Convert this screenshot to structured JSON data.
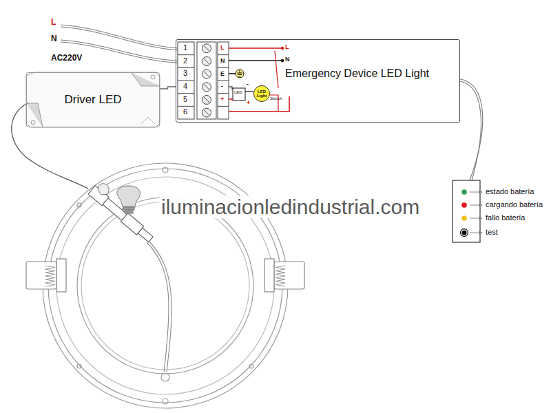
{
  "diagram": {
    "nodes": [
      {
        "text": [
          "Driver LED"
        ]
      },
      {
        "text": [
          "Emergency Device LED Light"
        ]
      },
      {
        "text": [
          "LED Light"
        ],
        "in": 1
      }
    ],
    "edges": [
      {
        "from": 0,
        "to": 1,
        "arrow": "none"
      }
    ],
    "labels": [
      "L",
      "N",
      "AC220V",
      "1",
      "2",
      "3",
      "4",
      "5",
      "6",
      "L",
      "N",
      "E",
      "-",
      "+",
      "LED",
      "-",
      "+",
      "Switch",
      "L",
      "N",
      "estado batería",
      "cargando batería",
      "fallo batería",
      "test",
      "iluminacionledindustrial.com"
    ]
  }
}
